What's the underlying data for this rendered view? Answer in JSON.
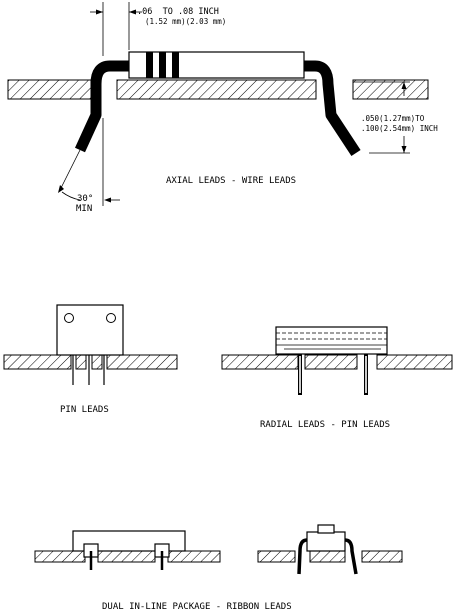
{
  "figures": {
    "axial": {
      "caption": "AXIAL LEADS - WIRE LEADS",
      "dim_top": ".06  TO .08 INCH",
      "dim_top_metric": "(1.52 mm)(2.03 mm)",
      "dim_right_1": ".050(1.27mm)TO",
      "dim_right_2": ".100(2.54mm) INCH",
      "angle_label": "30°",
      "angle_sub": "MIN"
    },
    "pin": {
      "caption": "PIN LEADS"
    },
    "radial": {
      "caption": "RADIAL LEADS - PIN LEADS"
    },
    "dip": {
      "caption": "DUAL IN-LINE PACKAGE - RIBBON LEADS"
    }
  }
}
